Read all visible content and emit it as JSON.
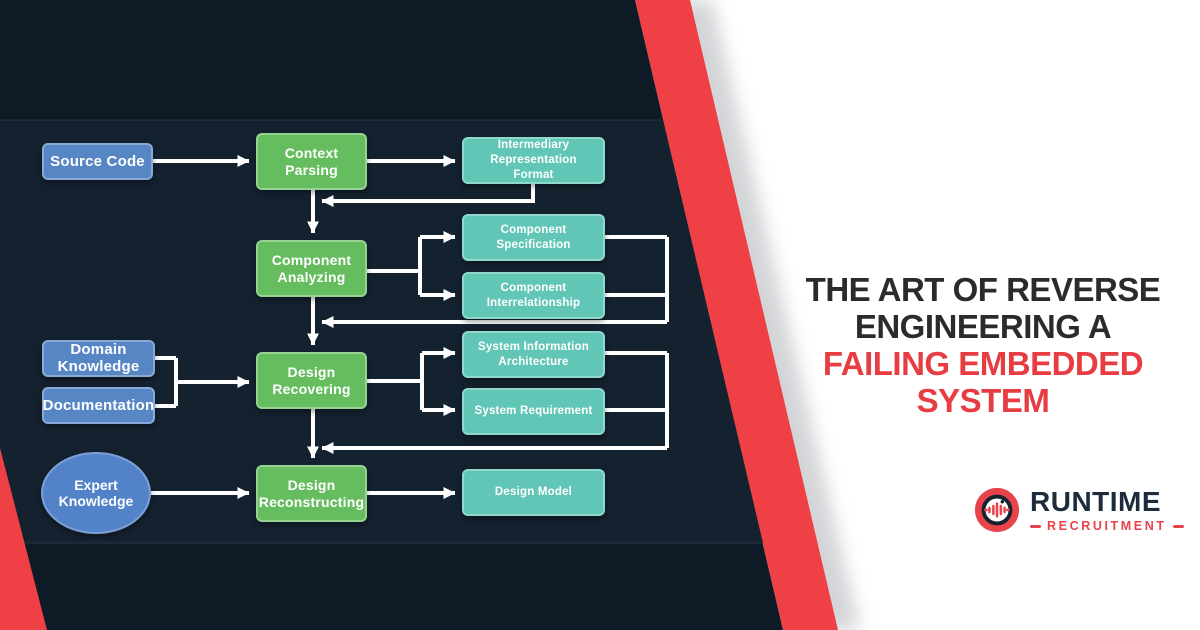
{
  "flowchart": {
    "nodes": {
      "source_code": {
        "label": "Source Code",
        "type": "input-blue"
      },
      "context_parsing": {
        "label": "Context Parsing",
        "type": "process-green"
      },
      "intermediary_representation_format": {
        "label": "Intermediary Representation Format",
        "type": "artifact-teal"
      },
      "component_analyzing": {
        "label": "Component Analyzing",
        "type": "process-green"
      },
      "component_specification": {
        "label": "Component Specification",
        "type": "artifact-teal"
      },
      "component_interrelationship": {
        "label": "Component Interrelationship",
        "type": "artifact-teal"
      },
      "domain_knowledge": {
        "label": "Domain Knowledge",
        "type": "input-blue"
      },
      "documentation": {
        "label": "Documentation",
        "type": "input-blue"
      },
      "design_recovering": {
        "label": "Design Recovering",
        "type": "process-green"
      },
      "system_information_architecture": {
        "label": "System Information Architecture",
        "type": "artifact-teal"
      },
      "system_requirement": {
        "label": "System Requirement",
        "type": "artifact-teal"
      },
      "expert_knowledge": {
        "label": "Expert Knowledge",
        "type": "input-blue-ellipse"
      },
      "design_reconstructing": {
        "label": "Design Reconstructing",
        "type": "process-green"
      },
      "design_model": {
        "label": "Design Model",
        "type": "artifact-teal"
      }
    }
  },
  "headline": {
    "line_black": "THE ART OF REVERSE ENGINEERING A",
    "line_red": "FAILING EMBEDDED SYSTEM"
  },
  "logo": {
    "brand": "RUNTIME",
    "subtitle": "RECRUITMENT",
    "icon": "runtime-circular-waveform-dumbbell-icon"
  },
  "colors": {
    "background_white": "#ffffff",
    "background_navy": "#0f1a27",
    "panel_navy": "#14212f",
    "accent_red": "#ef4046",
    "node_blue": "#5786c5",
    "node_green": "#65bd5f",
    "node_teal": "#61c6b6",
    "connector_white": "#ffffff",
    "headline_dark": "#2b2b2b",
    "headline_red": "#e63c42",
    "logo_navy": "#1d2c3c",
    "logo_red": "#e8424a"
  }
}
